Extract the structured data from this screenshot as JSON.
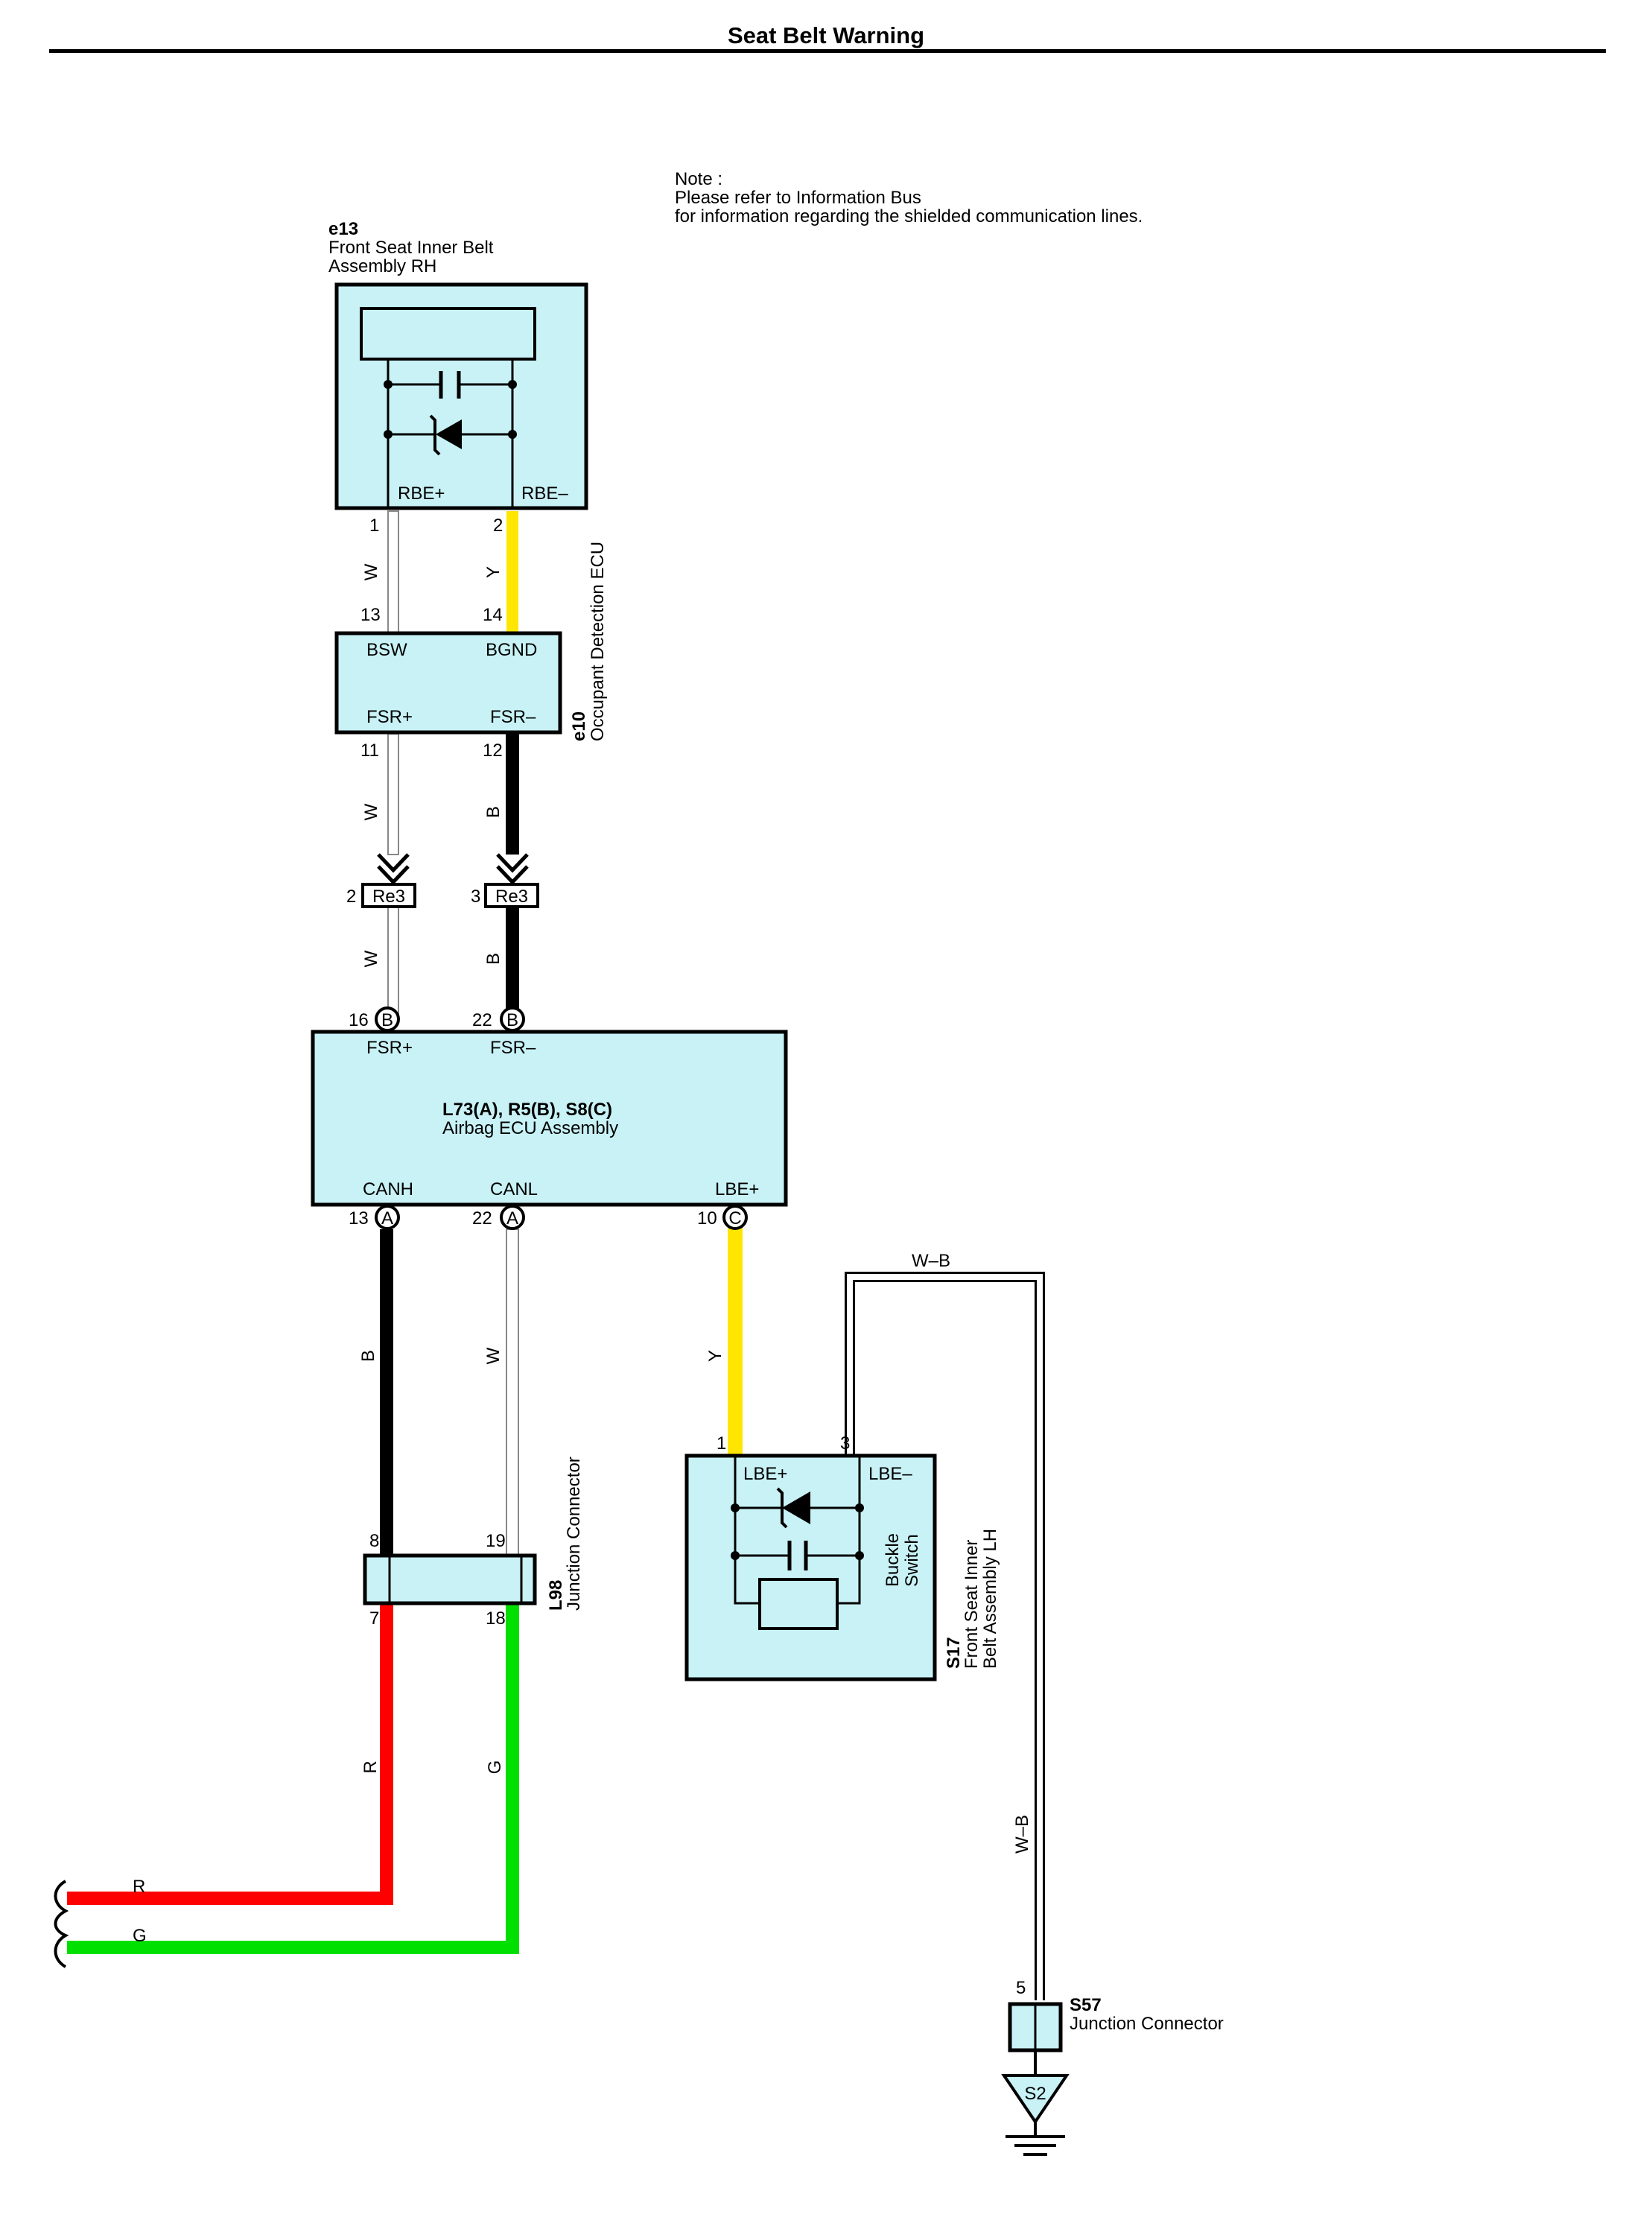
{
  "title": "Seat Belt Warning",
  "note": {
    "line1": "Note :",
    "line2": "Please refer to Information Bus",
    "line3": "for information regarding the shielded communication lines."
  },
  "colors": {
    "component_fill": "#c8f2f6",
    "wire_white": "#ffffff",
    "wire_yellow": "#ffe600",
    "wire_black": "#000000",
    "wire_red": "#ff0000",
    "wire_green": "#00e000"
  },
  "e13": {
    "code": "e13",
    "name_line1": "Front Seat Inner Belt",
    "name_line2": "Assembly RH",
    "pin1_label": "RBE+",
    "pin2_label": "RBE–",
    "pin1_num": "1",
    "pin2_num": "2"
  },
  "e10": {
    "code": "e10",
    "name": "Occupant Detection ECU",
    "pin13": "13",
    "pin14": "14",
    "pin11": "11",
    "pin12": "12",
    "bsw": "BSW",
    "bgnd": "BGND",
    "fsr_plus": "FSR+",
    "fsr_minus": "FSR–"
  },
  "re3": {
    "label": "Re3",
    "pin2": "2",
    "pin3": "3"
  },
  "airbag": {
    "code": "L73(A), R5(B), S8(C)",
    "name": "Airbag ECU Assembly",
    "fsr_plus": "FSR+",
    "fsr_minus": "FSR–",
    "canh": "CANH",
    "canl": "CANL",
    "lbe_plus": "LBE+",
    "pin16": "16",
    "pin22b": "22",
    "pin13": "13",
    "pin22a": "22",
    "pin10": "10",
    "conn_a": "A",
    "conn_b": "B",
    "conn_c": "C"
  },
  "l98": {
    "code": "L98",
    "name": "Junction Connector",
    "pin8": "8",
    "pin19": "19",
    "pin7": "7",
    "pin18": "18"
  },
  "s17": {
    "code": "S17",
    "name_line1": "Front Seat Inner",
    "name_line2": "Belt Assembly LH",
    "lbe_plus": "LBE+",
    "lbe_minus": "LBE–",
    "buckle_line1": "Buckle",
    "buckle_line2": "Switch",
    "pin1": "1",
    "pin3": "3"
  },
  "s57": {
    "code": "S57",
    "name": "Junction Connector",
    "pin5": "5"
  },
  "ground": {
    "label": "S2"
  },
  "wire_labels": {
    "w1": "W",
    "y1": "Y",
    "w2": "W",
    "b1": "B",
    "w3": "W",
    "b2": "B",
    "b3": "B",
    "w4": "W",
    "y2": "Y",
    "wb_top": "W–B",
    "wb_side": "W–B",
    "r_vert": "R",
    "g_vert": "G",
    "r_horiz": "R",
    "g_horiz": "G"
  }
}
